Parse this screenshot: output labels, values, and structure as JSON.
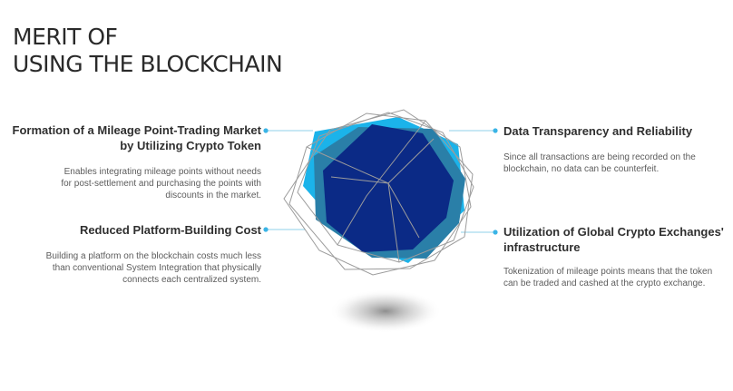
{
  "title": {
    "line1": "MERIT OF",
    "line2": "USING THE BLOCKCHAIN"
  },
  "merits": [
    {
      "heading_line1": "Formation of a Mileage Point-Trading Market",
      "heading_line2": "by Utilizing Crypto Token",
      "desc_line1": "Enables integrating mileage points without needs",
      "desc_line2": "for post-settlement and purchasing the points with",
      "desc_line3": "discounts in the market."
    },
    {
      "heading_line1": "Reduced Platform-Building Cost",
      "desc_line1": "Building a platform on the blockchain costs much less",
      "desc_line2": "than conventional System Integration that physically",
      "desc_line3": "connects each centralized system."
    },
    {
      "heading_line1": "Data Transparency and Reliability",
      "desc_line1": "Since all transactions are being recorded on the",
      "desc_line2": "blockchain, no data can be counterfeit."
    },
    {
      "heading_line1": "Utilization of Global Crypto Exchanges'",
      "heading_line2": "infrastructure",
      "desc_line1": "Tokenization of mileage points means that the token",
      "desc_line2": "can be traded and cashed at the crypto exchange."
    }
  ],
  "colors": {
    "cyan": "#1bb3ea",
    "teal": "#2a7fa8",
    "navy": "#0b2a86",
    "outline": "#9c9c9c",
    "connector": "#8fd0ea"
  }
}
